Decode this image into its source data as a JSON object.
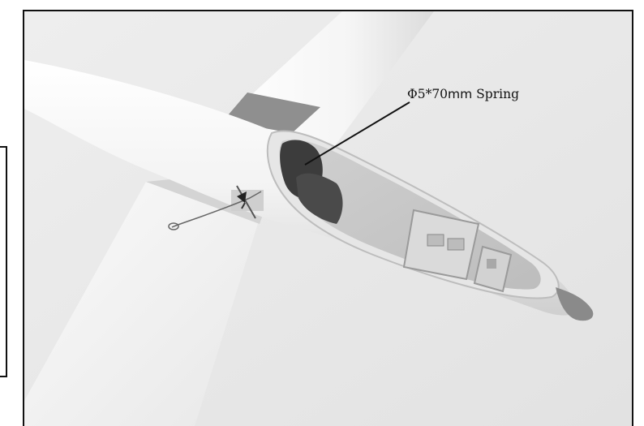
{
  "figure": {
    "callout": {
      "spec": "Φ5*70",
      "unit": "mm",
      "name": " Spring"
    },
    "colors": {
      "frame": "#111111",
      "background": "#f2f2f2",
      "wing": "#f7f7f7",
      "wing_shadow": "#d9d9d9",
      "cockpit_inner": "#3c3c3c",
      "canopy_rim": "#e8e8e8"
    }
  }
}
